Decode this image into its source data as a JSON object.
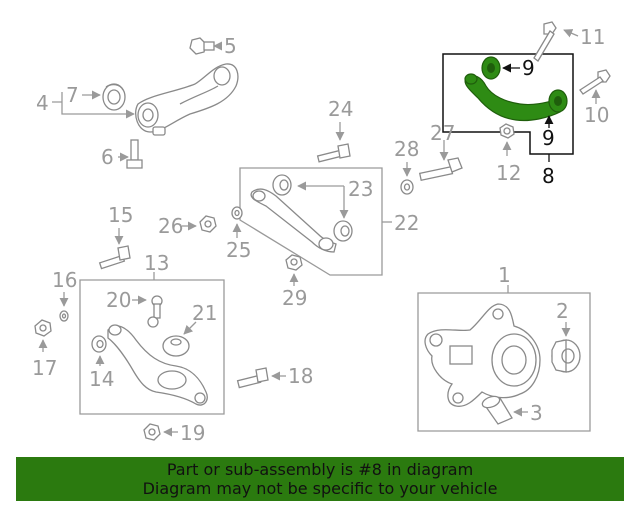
{
  "labels": {
    "n1": "1",
    "n2": "2",
    "n3": "3",
    "n4": "4",
    "n5": "5",
    "n6": "6",
    "n7": "7",
    "n8": "8",
    "n9a": "9",
    "n9b": "9",
    "n10": "10",
    "n11": "11",
    "n12": "12",
    "n13": "13",
    "n14": "14",
    "n15": "15",
    "n16": "16",
    "n17": "17",
    "n18": "18",
    "n19": "19",
    "n20": "20",
    "n21": "21",
    "n22": "22",
    "n23": "23",
    "n24": "24",
    "n25": "25",
    "n26": "26",
    "n27": "27",
    "n28": "28",
    "n29": "29"
  },
  "highlight": {
    "part_number": "8",
    "color": "#2e8b14"
  },
  "banner": {
    "line1": "Part or sub-assembly is #8 in diagram",
    "line2": "Diagram may not be specific to your vehicle",
    "background": "#2b7a0f"
  }
}
